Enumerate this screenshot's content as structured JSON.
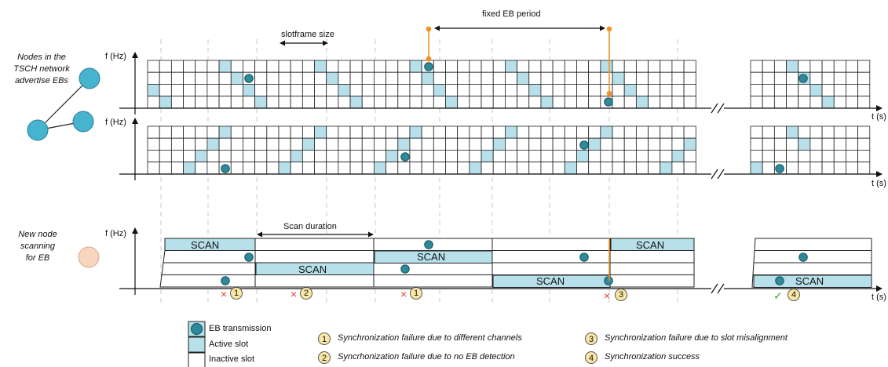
{
  "left_labels": {
    "network": [
      "Nodes in the",
      "TSCH network",
      "advertise EBs"
    ],
    "scanner": [
      "New node",
      "scanning",
      "for EB"
    ]
  },
  "axes": {
    "y_label": "f (Hz)",
    "x_label": "t (s)"
  },
  "annotations": {
    "slotframe_size": "slotframe size",
    "fixed_eb_period": "fixed EB period",
    "scan_duration": "Scan duration",
    "scan_label": "SCAN"
  },
  "markers": [
    {
      "symbol": "×",
      "number": "1",
      "status": "fail"
    },
    {
      "symbol": "×",
      "number": "2",
      "status": "fail"
    },
    {
      "symbol": "×",
      "number": "1",
      "status": "fail"
    },
    {
      "symbol": "×",
      "number": "3",
      "status": "fail"
    },
    {
      "symbol": "✓",
      "number": "4",
      "status": "success"
    }
  ],
  "legend": {
    "eb_transmission": "EB transmission",
    "active_slot": "Active slot",
    "inactive_slot": "Inactive slot"
  },
  "reasons": [
    {
      "number": "1",
      "text": "Synchronization failure due to different channels"
    },
    {
      "number": "2",
      "text": "Syncrhonization failure due to no EB detection"
    },
    {
      "number": "3",
      "text": "Synchronization failure due to slot misalignment"
    },
    {
      "number": "4",
      "text": "Synchronization success"
    }
  ],
  "colors": {
    "active": "#b7e0ea",
    "eb_dot": "#2e8a99",
    "eb_dot_stroke": "#1d5e6a",
    "node_blue": "#47b4cf",
    "node_peach": "#f8d5bd",
    "period_marker": "#f29126",
    "fail": "#e53935",
    "success": "#43a047",
    "circle_fill": "#fbe7a5",
    "guide": "#c8c8c8"
  }
}
